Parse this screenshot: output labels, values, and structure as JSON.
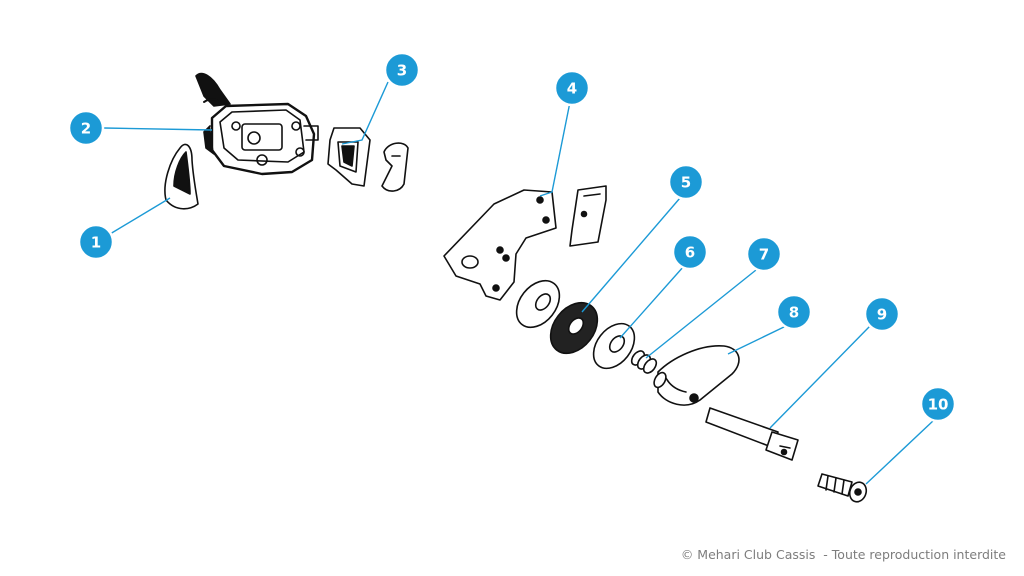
{
  "diagram": {
    "accent_color": "#1c9ad6",
    "callouts": [
      {
        "number": "1",
        "part": "lever-cover"
      },
      {
        "number": "2",
        "part": "lock-housing"
      },
      {
        "number": "3",
        "part": "latch-bracket"
      },
      {
        "number": "4",
        "part": "mounting-plate"
      },
      {
        "number": "5",
        "part": "rubber-washer"
      },
      {
        "number": "6",
        "part": "flat-washer"
      },
      {
        "number": "7",
        "part": "spring"
      },
      {
        "number": "8",
        "part": "handle-knob"
      },
      {
        "number": "9",
        "part": "shaft"
      },
      {
        "number": "10",
        "part": "key-cylinder"
      }
    ]
  },
  "footer": {
    "copyright": "© Mehari Club Cassis  - Toute reproduction interdite"
  }
}
